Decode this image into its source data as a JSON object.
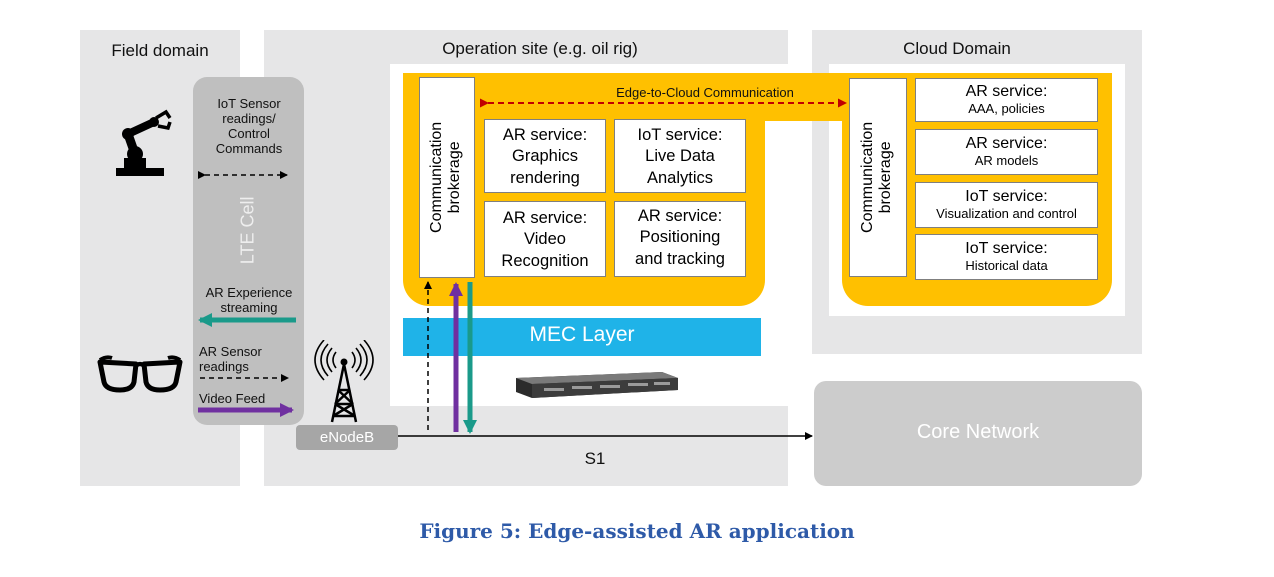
{
  "domains": {
    "field": "Field domain",
    "operation": "Operation site (e.g. oil rig)",
    "cloud": "Cloud Domain"
  },
  "lte": {
    "cell_label": "LTE Cell",
    "iot_readings": "IoT Sensor\nreadings/\nControl\nCommands",
    "ar_experience": "AR Experience\nstreaming",
    "ar_sensor": "AR Sensor\nreadings",
    "video_feed": "Video Feed"
  },
  "edge_link": "Edge-to-Cloud Communication",
  "edge": {
    "brokerage": "Communication\nbrokerage",
    "services": [
      {
        "title": "AR service:",
        "sub": "Graphics\nrendering"
      },
      {
        "title": "IoT service:",
        "sub": "Live Data\nAnalytics"
      },
      {
        "title": "AR service:",
        "sub": "Video\nRecognition"
      },
      {
        "title": "AR service:",
        "sub": "Positioning\nand tracking"
      }
    ]
  },
  "cloud": {
    "brokerage": "Communication\nbrokerage",
    "services": [
      {
        "title": "AR service:",
        "sub": "AAA, policies"
      },
      {
        "title": "AR service:",
        "sub": "AR models"
      },
      {
        "title": "IoT service:",
        "sub": "Visualization and control"
      },
      {
        "title": "IoT service:",
        "sub": "Historical data"
      }
    ]
  },
  "mec_layer": "MEC Layer",
  "enodeb": "eNodeB",
  "s1": "S1",
  "core_network": "Core Network",
  "caption": "Figure 5: Edge-assisted AR application",
  "colors": {
    "panel": "#e6e6e7",
    "gold": "#ffc000",
    "mec": "#1fb3e8",
    "teal": "#1a9a8a",
    "purple": "#7030a0",
    "red_dashed": "#c00000",
    "caption": "#2e5aa8",
    "grey_box": "#cccccc"
  },
  "icons": [
    "robot-arm-icon",
    "glasses-icon",
    "antenna-icon",
    "server-icon"
  ]
}
